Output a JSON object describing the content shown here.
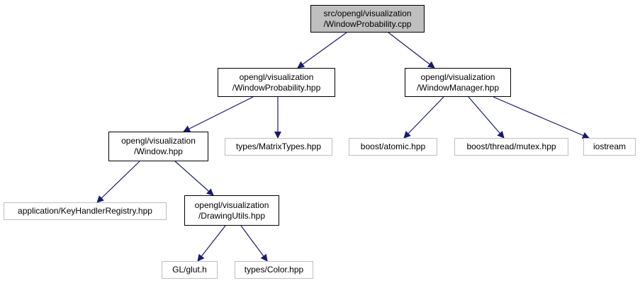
{
  "colors": {
    "edge": "#191970",
    "root_fill": "#bfbfbf",
    "local_border": "#000000",
    "external_border": "#bfbfbf"
  },
  "nodes": {
    "window_probability_cpp": {
      "line1": "src/opengl/visualization",
      "line2": "/WindowProbability.cpp"
    },
    "window_probability_hpp": {
      "line1": "opengl/visualization",
      "line2": "/WindowProbability.hpp"
    },
    "window_manager_hpp": {
      "line1": "opengl/visualization",
      "line2": "/WindowManager.hpp"
    },
    "window_hpp": {
      "line1": "opengl/visualization",
      "line2": "/Window.hpp"
    },
    "matrix_types_hpp": {
      "line1": "types/MatrixTypes.hpp"
    },
    "boost_atomic_hpp": {
      "line1": "boost/atomic.hpp"
    },
    "boost_thread_mutex_hpp": {
      "line1": "boost/thread/mutex.hpp"
    },
    "iostream": {
      "line1": "iostream"
    },
    "key_handler_registry_hpp": {
      "line1": "application/KeyHandlerRegistry.hpp"
    },
    "drawing_utils_hpp": {
      "line1": "opengl/visualization",
      "line2": "/DrawingUtils.hpp"
    },
    "gl_glut_h": {
      "line1": "GL/glut.h"
    },
    "color_hpp": {
      "line1": "types/Color.hpp"
    }
  }
}
